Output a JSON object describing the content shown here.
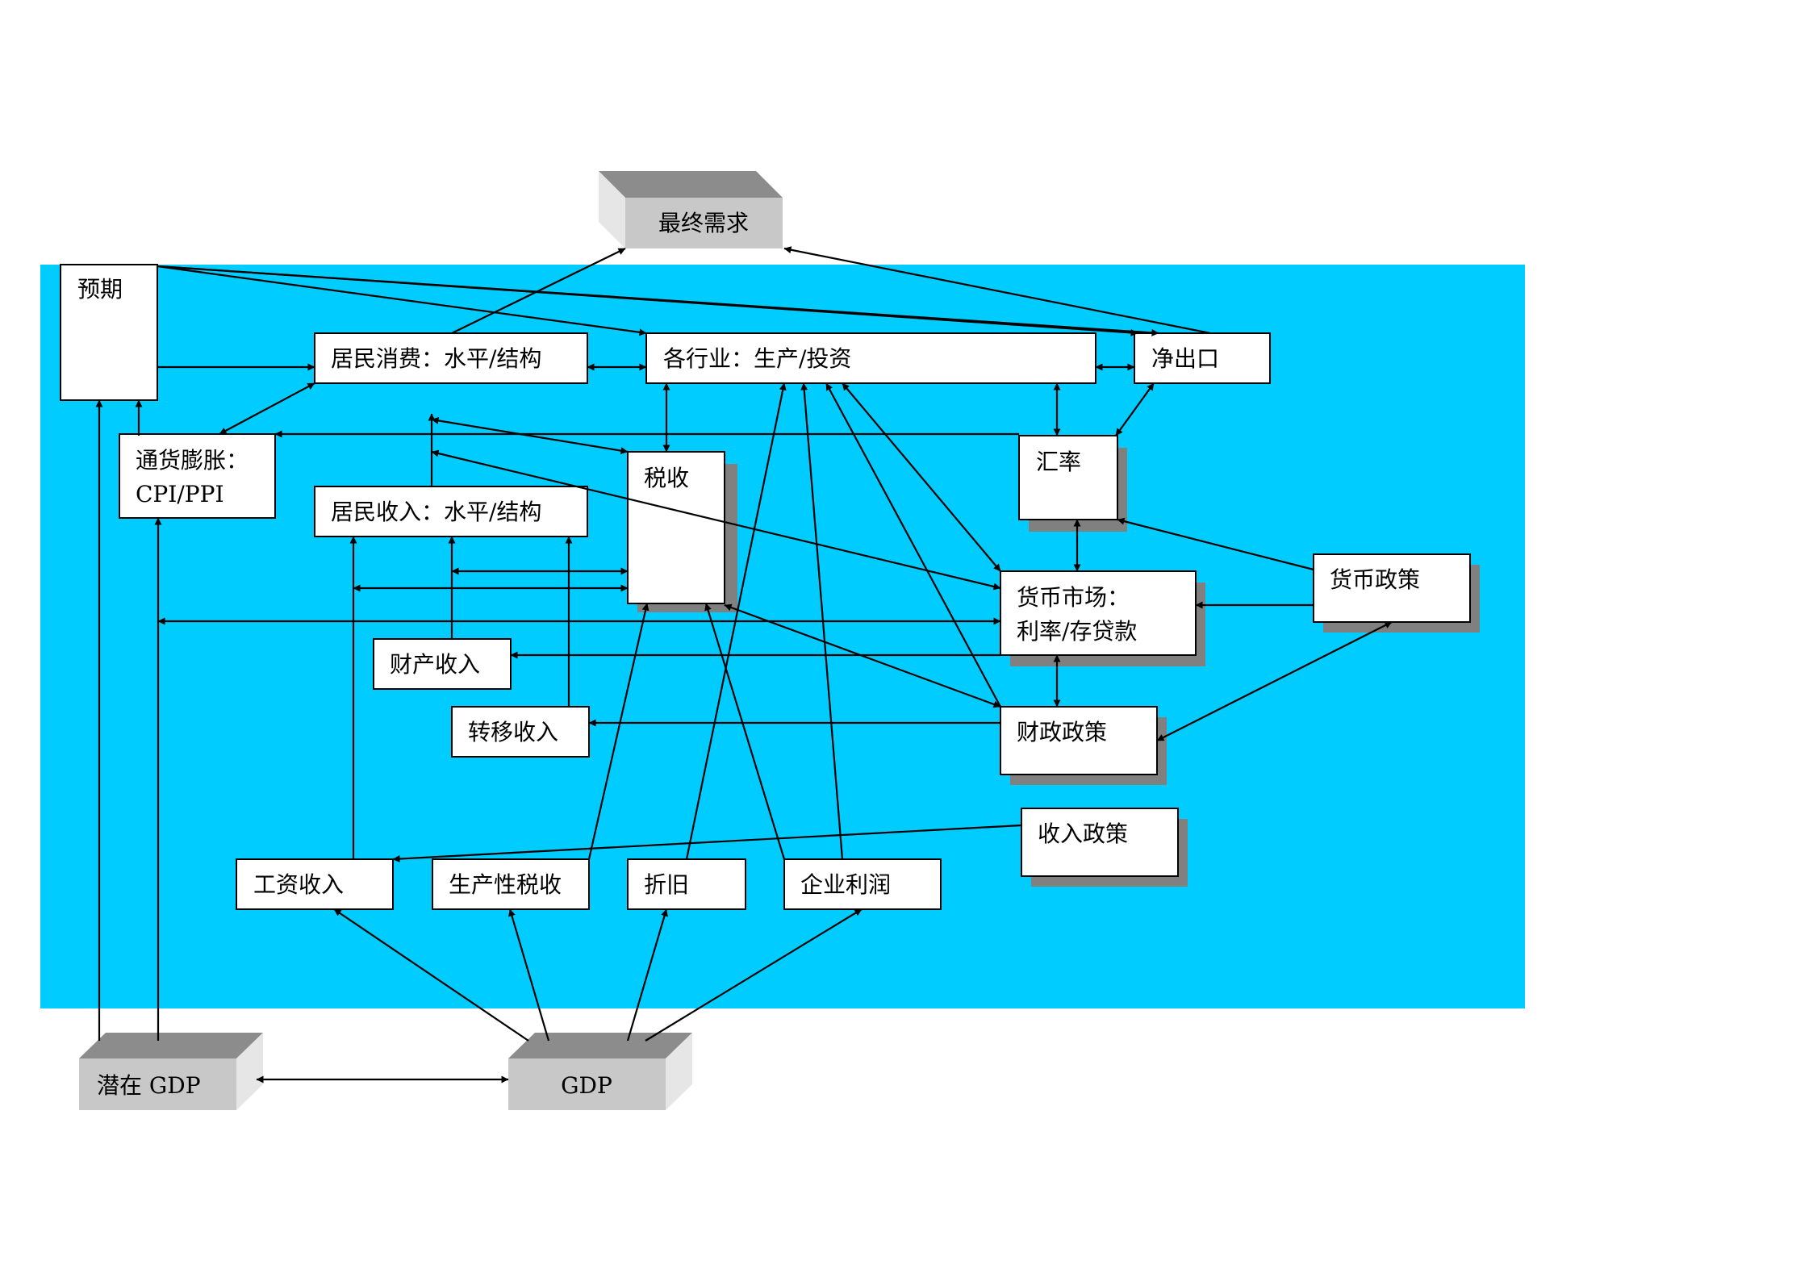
{
  "nodes": {
    "final_demand": "最终需求",
    "expectations": "预期",
    "household_consumption": "居民消费：水平/结构",
    "industries": "各行业：生产/投资",
    "net_exports": "净出口",
    "inflation_line1": "通货膨胀：",
    "inflation_line2": "CPI/PPI",
    "tax": "税收",
    "exchange_rate": "汇率",
    "household_income": "居民收入：水平/结构",
    "money_market_line1": "货币市场：",
    "money_market_line2": "利率/存贷款",
    "monetary_policy": "货币政策",
    "property_income": "财产收入",
    "transfer_income": "转移收入",
    "fiscal_policy": "财政政策",
    "income_policy": "收入政策",
    "wage_income": "工资收入",
    "production_tax": "生产性税收",
    "depreciation": "折旧",
    "corporate_profit": "企业利润",
    "potential_gdp": "潜在 GDP",
    "gdp": "GDP"
  },
  "colors": {
    "panel": "#00ccff",
    "box": "#ffffff",
    "shadow": "#808080",
    "gray_box_front": "#c8c8c8",
    "gray_box_top": "#8c8c8c",
    "line": "#000000"
  }
}
